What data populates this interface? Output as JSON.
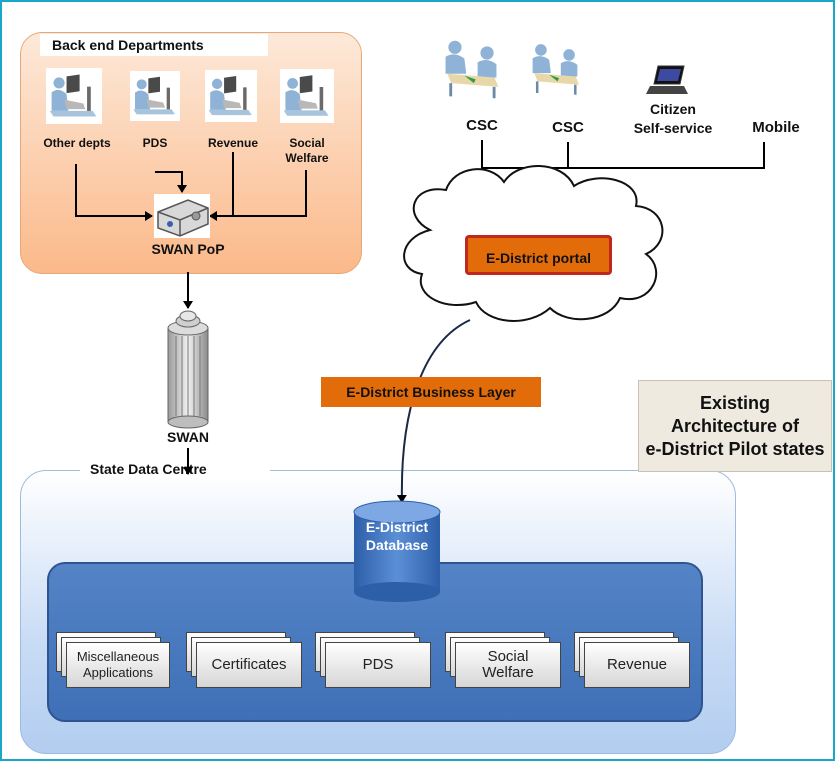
{
  "backend": {
    "title": "Back end Departments",
    "depts": [
      "Other depts",
      "PDS",
      "Revenue",
      "Social\nWelfare"
    ],
    "swan_pop": "SWAN PoP"
  },
  "swan": "SWAN",
  "sdc": {
    "title": "State Data Centre",
    "database": "E-District\nDatabase",
    "modules": [
      "Miscellaneous\nApplications",
      "Certificates",
      "PDS",
      "Social\nWelfare",
      "Revenue"
    ]
  },
  "access": {
    "csc1": "CSC",
    "csc2": "CSC",
    "citizen": "Citizen\nSelf-service",
    "mobile": "Mobile"
  },
  "portal": "E-District portal",
  "business_layer": "E-District Business Layer",
  "caption": "Existing\nArchitecture of\ne-District Pilot states",
  "colors": {
    "frame": "#1aa6c8",
    "orange": "#e36c0a",
    "portal_border": "#c0281e",
    "blue_inner": "#4a79bf",
    "db": "#3a6fb5"
  }
}
